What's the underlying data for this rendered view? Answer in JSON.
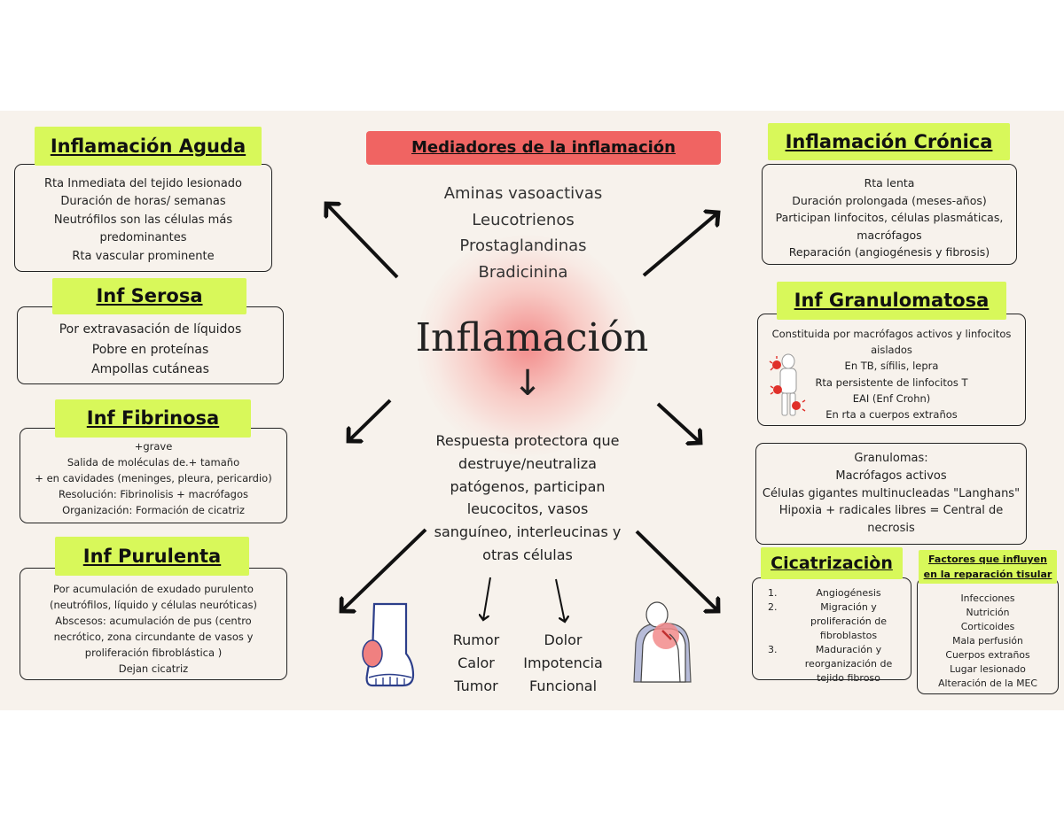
{
  "center": {
    "title": "Inflamación",
    "arrow_glyph": "↓",
    "description": [
      "Respuesta protectora que",
      "destruye/neutraliza",
      "patógenos, participan",
      "leucocitos, vasos",
      "sanguíneo, interleucinas y",
      "otras células"
    ]
  },
  "mediators": {
    "title": "Mediadores de la inflamación",
    "items": [
      "Aminas vasoactivas",
      "Leucotrienos",
      "Prostaglandinas",
      "Bradicinina"
    ]
  },
  "aguda": {
    "title": "Inflamación Aguda",
    "lines": [
      "Rta Inmediata del tejido lesionado",
      "Duración de horas/ semanas",
      "Neutrófilos son las células más",
      "predominantes",
      "Rta vascular prominente"
    ]
  },
  "serosa": {
    "title": "Inf Serosa",
    "lines": [
      "Por extravasación de líquidos",
      "Pobre en proteínas",
      "Ampollas cutáneas"
    ]
  },
  "fibrinosa": {
    "title": "Inf Fibrinosa",
    "lines": [
      "+grave",
      "Salida de moléculas de.+ tamaño",
      "+ en cavidades (meninges, pleura, pericardio)",
      "Resolución: Fibrinolisis + macrófagos",
      "Organización: Formación de cicatriz"
    ]
  },
  "purulenta": {
    "title": "Inf Purulenta",
    "lines": [
      "Por acumulación de exudado purulento",
      "(neutrófilos, líquido y células neuróticas)",
      "Abscesos: acumulación de pus (centro",
      "necrótico, zona circundante de vasos y",
      "proliferación fibroblástica )",
      "Dejan cicatriz"
    ]
  },
  "cronica": {
    "title": "Inflamación Crónica",
    "lines": [
      "Rta lenta",
      "Duración prolongada (meses-años)",
      "Participan linfocitos, células plasmáticas,",
      "macrófagos",
      "Reparación (angiogénesis y fibrosis)"
    ]
  },
  "granulomatosa": {
    "title": "Inf Granulomatosa",
    "lines": [
      "Constituida por macrófagos activos y linfocitos",
      "aislados",
      "En TB, sífilis, lepra",
      "Rta persistente de linfocitos T",
      "EAI  (Enf Crohn)",
      "En rta a cuerpos extraños"
    ]
  },
  "granulomas": {
    "lines": [
      "Granulomas:",
      "Macrófagos activos",
      "Células gigantes multinucleadas \"Langhans\"",
      "Hipoxia + radicales libres = Central de",
      "necrosis"
    ]
  },
  "cicatrizacion": {
    "title": "Cicatrizaciòn",
    "items": [
      {
        "num": "1.",
        "text": "Angiogénesis"
      },
      {
        "num": "2.",
        "text": "Migración y proliferación de fibroblastos"
      },
      {
        "num": "3.",
        "text": "Maduración y reorganización de tejido fibroso"
      }
    ]
  },
  "factores": {
    "title_line1": "Factores que influyen",
    "title_line2": "en la reparación tisular",
    "items": [
      "Infecciones",
      "Nutrición",
      "Corticoides",
      "Mala perfusión",
      "Cuerpos extraños",
      "Lugar lesionado",
      "Alteración de la MEC"
    ]
  },
  "signs": {
    "left": [
      "Rumor",
      "Calor",
      "Tumor"
    ],
    "right": [
      "Dolor",
      "Impotencia",
      "Funcional"
    ]
  },
  "colors": {
    "green_title": "#d8f85a",
    "red_title": "#f06462",
    "background": "#f7f2ec",
    "accent_red": "#e0302a"
  }
}
